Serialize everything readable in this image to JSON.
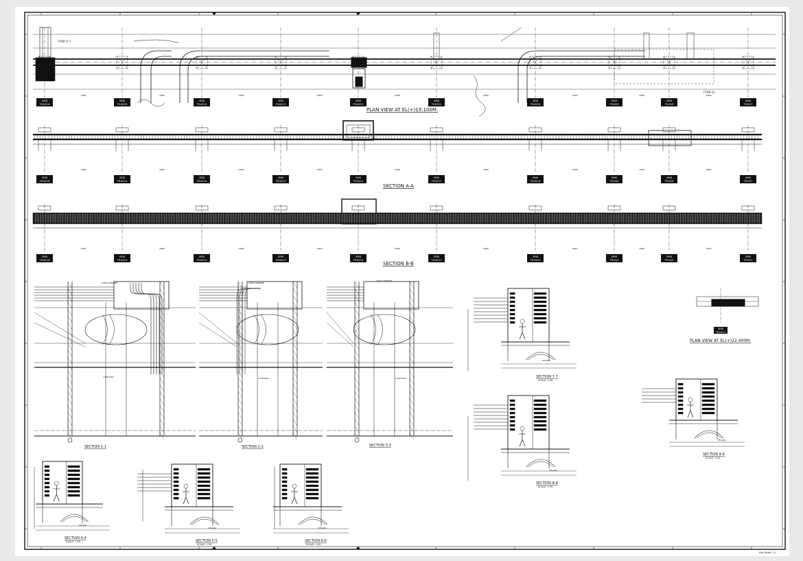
{
  "sheet": {
    "paper": "#ffffff",
    "ink": "#111111",
    "footer_note": "Plot Scale: 1:1"
  },
  "titles": {
    "plan_1": "PLAN VIEW AT EL(+)19.100M.",
    "section_aa": "SECTION A-A",
    "section_bb": "SECTION B-B",
    "section_11": "SECTION 1-1",
    "section_22": "SECTION 2-2",
    "section_33": "SECTION 3-3",
    "section_44": "SECTION 4-4",
    "section_55": "SECTION 5-5",
    "section_66": "SECTION 6-6",
    "section_77": "SECTION 7-7",
    "section_88": "SECTION 8-8",
    "section_99": "SECTION 9-9",
    "plan_2": "PLAN VIEW AT EL(+)22.400M.",
    "scale_note": "SCALE: 1:50"
  },
  "callouts": {
    "top_left": "(TOP-1\")",
    "top_right": "(TOP-1)",
    "pipe_rack": "C PIPE RACK",
    "cable_corridor": "CABLE CORRIDOR",
    "rfs": "RFS-DAS"
  },
  "grid_labels": [
    "TR-02/16",
    "TR-02/15",
    "TR-02/14",
    "TR-02/13",
    "TR-02/12",
    "TR-02/11",
    "TR-02/10",
    "TR-02/9",
    "TR-02/8",
    "TR-02/7"
  ],
  "grid_prefix": "GRID",
  "plan2_grid": "TR-02/12",
  "dimensions": [
    "24000",
    "24000",
    "24000",
    "24000",
    "24000",
    "24000",
    "24000",
    "24000",
    "24000"
  ]
}
